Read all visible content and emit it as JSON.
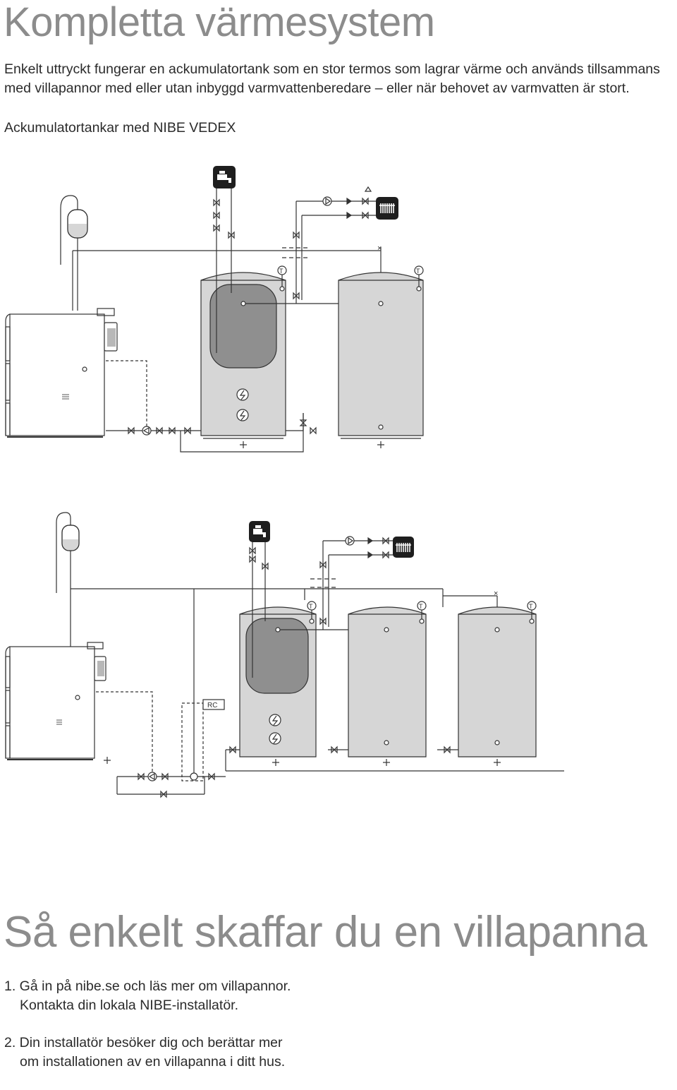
{
  "heading": "Kompletta värmesystem",
  "intro": "Enkelt uttryckt fungerar en ackumulatortank som en stor termos som lagrar värme och används tillsammans med villapannor med eller utan inbyggd varmvattenberedare – eller när behovet av varmvatten är stort.",
  "diagram_caption": "Ackumulatortankar med NIBE VEDEX",
  "diagram2_rc_label": "RC",
  "heading2": "Så enkelt skaffar du en villapanna",
  "steps": [
    {
      "line1": "1. Gå in på nibe.se och läs mer om villapannor.",
      "line2": "Kontakta din lokala NIBE-installatör."
    },
    {
      "line1": "2. Din installatör besöker dig och berättar mer",
      "line2": "om installationen av en villapanna i ditt hus."
    }
  ],
  "colors": {
    "heading": "#8c8c8c",
    "text": "#2b2b2b",
    "tank_fill": "#d6d6d6",
    "tank_inner": "#8f8f8f",
    "icon_badge": "#1e1e1e"
  },
  "icons": [
    "expansion-vessel-icon",
    "hot-water-tap-icon",
    "radiator-icon",
    "pump-icon",
    "valve-icon",
    "thermometer-icon",
    "electric-heater-icon",
    "wood-boiler-icon"
  ]
}
